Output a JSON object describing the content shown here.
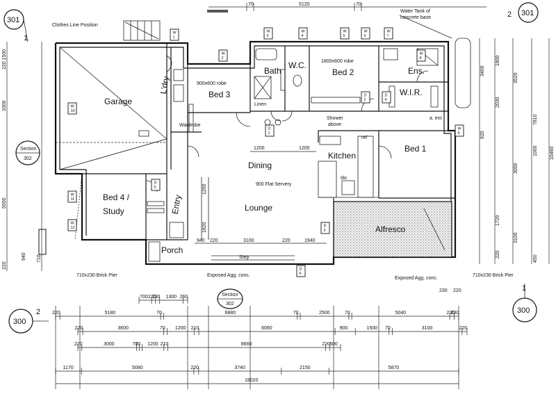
{
  "rooms": {
    "garage": "Garage",
    "ldry": "L'dry",
    "bed3": "Bed 3",
    "bath": "Bath",
    "wc": "W.C.",
    "bed2": "Bed 2",
    "ens": "Ens.",
    "wir": "W.I.R.",
    "kitchen": "Kitchen",
    "bed1": "Bed 1",
    "dining": "Dining",
    "lounge": "Lounge",
    "bed4_line1": "Bed 4 /",
    "bed4_line2": "Study",
    "entry": "Entry",
    "porch": "Porch",
    "alfresco": "Alfresco",
    "linen": "Linen"
  },
  "notes": {
    "clothes_line": "Clothes Line Position",
    "water_tank": "Water Tank of",
    "water_tank2": "concrete base",
    "robe_bed3": "900x600 robe",
    "robe_bed2": "1800x600 robe",
    "shower_above": "Shower",
    "shower_above2": "above",
    "servery": "900 Flat Servery",
    "brick_pier_left": "710x230 Brick Pier",
    "brick_pier_right": "710x230 Brick Pier",
    "exposed_agg_1": "Exposed Agg. conc.",
    "exposed_agg_2": "Exposed Agg. conc.",
    "wardrobe": "Wardrobe",
    "dw": "dw",
    "ref": "ref",
    "ent": "a. ent",
    "step": "Step"
  },
  "sections": {
    "top_left": "301",
    "top_right": "301",
    "top_right_num": "2",
    "top_left_num": "1",
    "mid_left_label": "Section",
    "mid_left_num": "302",
    "bottom_center_label": "Section",
    "bottom_center_num": "302",
    "bottom_left": "300",
    "bottom_left_num": "2",
    "bottom_right": "300",
    "bottom_right_num": "1"
  },
  "dims_top": {
    "a": "70",
    "b": "5120",
    "c": "70"
  },
  "dims_right": {
    "r1": "3400",
    "r2": "1800",
    "r3": "3520",
    "r4": "7810",
    "r5": "10460",
    "r6": "3000",
    "r7": "2030",
    "r8": "3100",
    "r9": "1720",
    "r10": "1000",
    "r11": "220",
    "r12": "450",
    "r13": "920"
  },
  "dims_left": {
    "l1": "220 1500",
    "l2": "3300",
    "l3": "5550",
    "l4": "940",
    "l5": "220",
    "l6": "710"
  },
  "dims_internal": {
    "d1200a": "1200",
    "d1200b": "1200",
    "d1200c": "1200",
    "d940": "940",
    "d220a": "220",
    "d3100": "3100",
    "d220b": "220",
    "d1940": "1940",
    "d1820": "1820"
  },
  "dims_bottom": {
    "row0": [
      "700",
      "220",
      "230",
      "1300",
      "260"
    ],
    "row1": [
      "220",
      "5180",
      "70",
      "6880",
      "70",
      "2500",
      "70",
      "5040",
      "230",
      "230"
    ],
    "row2": [
      "220",
      "3600",
      "70",
      "1200",
      "210",
      "6060",
      "900",
      "1500",
      "70",
      "3100",
      "220"
    ],
    "row3": [
      "220",
      "3000",
      "70",
      "70",
      "1200",
      "210",
      "8660",
      "220",
      "600"
    ],
    "row4": [
      "1170",
      "5080",
      "220",
      "3740",
      "2150",
      "5870"
    ],
    "total": "18020",
    "extra": [
      "230",
      "220"
    ]
  },
  "windows": [
    "W 1",
    "W 2",
    "W 3",
    "W 4",
    "W 5",
    "W 6",
    "W 7",
    "W 8",
    "W 9",
    "W 10",
    "W 11",
    "W 12",
    "D 1",
    "D 2",
    "D 3",
    "D 4",
    "D 5",
    "D 6"
  ]
}
